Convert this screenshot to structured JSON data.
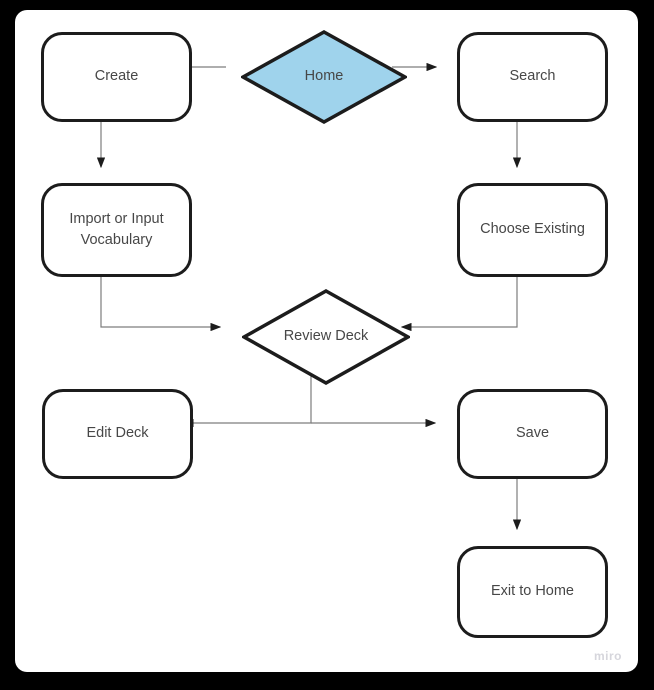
{
  "app": {
    "watermark": "miro"
  },
  "colors": {
    "frame-bg": "#000000",
    "canvas-bg": "#ffffff",
    "shape-border": "#1c1c1c",
    "decision-fill": "#9fd3ec",
    "process-fill": "#ffffff",
    "connector": "#7d7d7d",
    "arrowhead": "#1c1c1c",
    "label-text": "#474747",
    "watermark-text": "#d6d6dc"
  },
  "diagram": {
    "type": "flowchart",
    "nodes": [
      {
        "id": "create",
        "label": "Create",
        "shape": "rounded-rect"
      },
      {
        "id": "home",
        "label": "Home",
        "shape": "diamond",
        "fill": "#9fd3ec"
      },
      {
        "id": "search",
        "label": "Search",
        "shape": "rounded-rect"
      },
      {
        "id": "import-vocabulary",
        "label": "Import or Input Vocabulary",
        "shape": "rounded-rect"
      },
      {
        "id": "choose-existing",
        "label": "Choose Existing",
        "shape": "rounded-rect"
      },
      {
        "id": "review-deck",
        "label": "Review Deck",
        "shape": "diamond",
        "fill": "#ffffff"
      },
      {
        "id": "edit-deck",
        "label": "Edit Deck",
        "shape": "rounded-rect"
      },
      {
        "id": "save",
        "label": "Save",
        "shape": "rounded-rect"
      },
      {
        "id": "exit-to-home",
        "label": "Exit to Home",
        "shape": "rounded-rect"
      }
    ],
    "edges": [
      {
        "from": "home",
        "to": "create"
      },
      {
        "from": "home",
        "to": "search"
      },
      {
        "from": "create",
        "to": "import-vocabulary"
      },
      {
        "from": "search",
        "to": "choose-existing"
      },
      {
        "from": "import-vocabulary",
        "to": "review-deck"
      },
      {
        "from": "choose-existing",
        "to": "review-deck"
      },
      {
        "from": "review-deck",
        "to": "edit-deck"
      },
      {
        "from": "review-deck",
        "to": "save"
      },
      {
        "from": "save",
        "to": "exit-to-home"
      }
    ]
  }
}
